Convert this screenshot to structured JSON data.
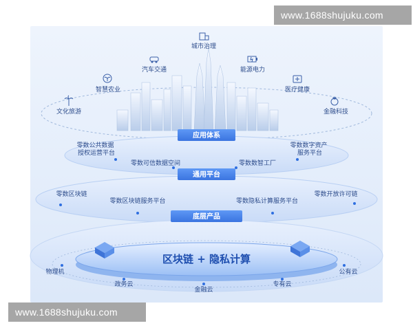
{
  "watermark": {
    "top": "www.1688shujuku.com",
    "bottom": "www.1688shujuku.com"
  },
  "top_ring": {
    "items": [
      {
        "label": "城市治理",
        "icon": "building-icon"
      },
      {
        "label": "汽车交通",
        "icon": "car-icon"
      },
      {
        "label": "能源电力",
        "icon": "battery-icon"
      },
      {
        "label": "智慧农业",
        "icon": "plant-icon"
      },
      {
        "label": "医疗健康",
        "icon": "medical-kit-icon"
      },
      {
        "label": "文化旅游",
        "icon": "palm-tree-icon"
      },
      {
        "label": "金融科技",
        "icon": "money-bag-icon"
      }
    ]
  },
  "layers": {
    "application": {
      "title": "应用体系"
    },
    "general": {
      "title": "通用平台",
      "items": [
        "零数公共数据\n授权运营平台",
        "零数可信数据空间",
        "零数数智工厂",
        "零数数字资产\n服务平台"
      ]
    },
    "base": {
      "title": "底层产品",
      "items": [
        "零数区块链",
        "零数区块链服务平台",
        "零数隐私计算服务平台",
        "零数开放许可链"
      ]
    },
    "core": {
      "title": "区块链 + 隐私计算",
      "items": [
        "物理机",
        "政务云",
        "金融云",
        "专有云",
        "公有云"
      ]
    }
  },
  "colors": {
    "accent": "#2f6fe0",
    "pill": "#4a86ef",
    "ring": "#cfe0fa",
    "text": "#2e4d8c"
  }
}
